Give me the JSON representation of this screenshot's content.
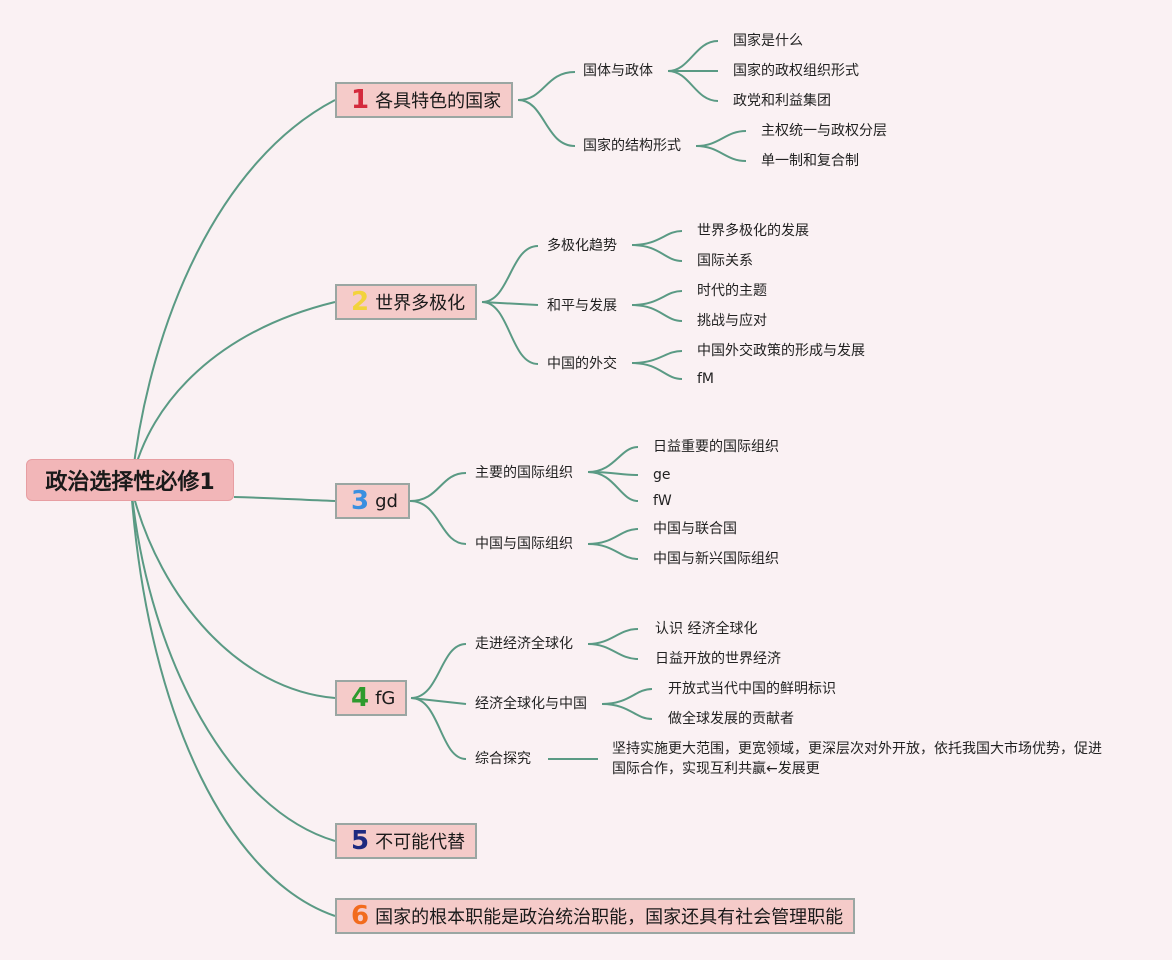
{
  "colors": {
    "background": "#faf1f3",
    "root_fill": "#f2b6b8",
    "branch_fill": "#f5cbc9",
    "connector": "#5a9a84"
  },
  "root": {
    "label": "政治选择性必修1"
  },
  "branches": [
    {
      "badge": "1",
      "badge_color": "#d42a3c",
      "label": "各具特色的国家",
      "subs": [
        {
          "label": "国体与政体",
          "leaves": [
            "国家是什么",
            "国家的政权组织形式",
            "政党和利益集团"
          ]
        },
        {
          "label": "国家的结构形式",
          "leaves": [
            "主权统一与政权分层",
            "单一制和复合制"
          ]
        }
      ]
    },
    {
      "badge": "2",
      "badge_color": "#f2d33b",
      "label": "世界多极化",
      "subs": [
        {
          "label": "多极化趋势",
          "leaves": [
            "世界多极化的发展",
            "国际关系"
          ]
        },
        {
          "label": "和平与发展",
          "leaves": [
            "时代的主题",
            "挑战与应对"
          ]
        },
        {
          "label": "中国的外交",
          "leaves": [
            "中国外交政策的形成与发展",
            "fM"
          ]
        }
      ]
    },
    {
      "badge": "3",
      "badge_color": "#3a8fe0",
      "label": "gd",
      "subs": [
        {
          "label": "主要的国际组织",
          "leaves": [
            "日益重要的国际组织",
            "ge",
            "fW"
          ]
        },
        {
          "label": "中国与国际组织",
          "leaves": [
            "中国与联合国",
            "中国与新兴国际组织"
          ]
        }
      ]
    },
    {
      "badge": "4",
      "badge_color": "#2e9b2e",
      "label": "fG",
      "subs": [
        {
          "label": "走进经济全球化",
          "leaves": [
            "认识 经济全球化",
            "日益开放的世界经济"
          ]
        },
        {
          "label": "经济全球化与中国",
          "leaves": [
            "开放式当代中国的鲜明标识",
            "做全球发展的贡献者"
          ]
        },
        {
          "label": "综合探究",
          "leaves": [
            "坚持实施更大范围，更宽领域，更深层次对外开放，依托我国大市场优势，促进国际合作，实现互利共赢←发展更"
          ]
        }
      ]
    },
    {
      "badge": "5",
      "badge_color": "#1e2a80",
      "label": "不可能代替",
      "subs": []
    },
    {
      "badge": "6",
      "badge_color": "#f26b1d",
      "label": "国家的根本职能是政治统治职能，国家还具有社会管理职能",
      "subs": []
    }
  ]
}
